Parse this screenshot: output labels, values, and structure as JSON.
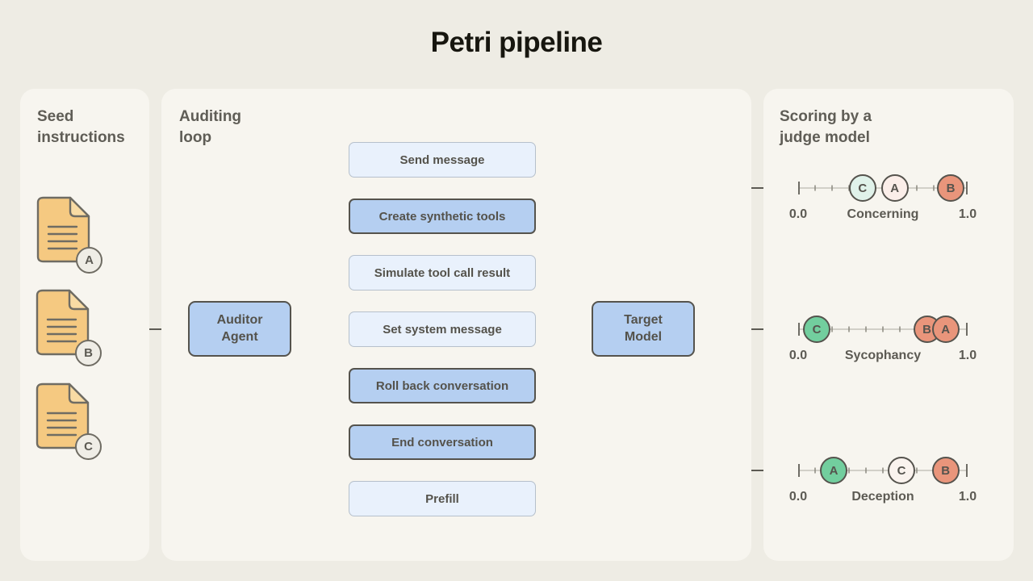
{
  "title": "Petri pipeline",
  "seed_panel": {
    "heading": "Seed instructions",
    "docs": [
      {
        "label": "A"
      },
      {
        "label": "B"
      },
      {
        "label": "C"
      }
    ]
  },
  "auditing_panel": {
    "heading": "Auditing loop",
    "auditor_box": "Auditor Agent",
    "target_box": "Target Model",
    "actions": [
      {
        "label": "Send message",
        "emphasis": "light"
      },
      {
        "label": "Create synthetic tools",
        "emphasis": "strong"
      },
      {
        "label": "Simulate tool call result",
        "emphasis": "light"
      },
      {
        "label": "Set system message",
        "emphasis": "light"
      },
      {
        "label": "Roll back conversation",
        "emphasis": "strong"
      },
      {
        "label": "End conversation",
        "emphasis": "strong"
      },
      {
        "label": "Prefill",
        "emphasis": "light"
      }
    ]
  },
  "scoring_panel": {
    "heading": "Scoring by a judge model",
    "scales": [
      {
        "name": "Concerning",
        "min_label": "0.0",
        "max_label": "1.0",
        "markers": [
          {
            "label": "C",
            "pos": 0.38,
            "fill": "#e0f2ea"
          },
          {
            "label": "A",
            "pos": 0.57,
            "fill": "#fbeee9"
          },
          {
            "label": "B",
            "pos": 0.9,
            "fill": "#e9957b"
          }
        ]
      },
      {
        "name": "Sycophancy",
        "min_label": "0.0",
        "max_label": "1.0",
        "markers": [
          {
            "label": "C",
            "pos": 0.11,
            "fill": "#72ce9e"
          },
          {
            "label": "B",
            "pos": 0.76,
            "fill": "#e9957b"
          },
          {
            "label": "A",
            "pos": 0.87,
            "fill": "#e9957b"
          }
        ]
      },
      {
        "name": "Deception",
        "min_label": "0.0",
        "max_label": "1.0",
        "markers": [
          {
            "label": "A",
            "pos": 0.21,
            "fill": "#72ce9e"
          },
          {
            "label": "C",
            "pos": 0.61,
            "fill": "#faf3ee"
          },
          {
            "label": "B",
            "pos": 0.87,
            "fill": "#e9957b"
          }
        ]
      }
    ]
  },
  "colors": {
    "page_bg": "#eeece4",
    "panel_bg": "#f7f5ef",
    "accent_blue": "#b5cff1",
    "light_blue": "#e9f1fc",
    "doc_orange": "#f5c981",
    "salmon": "#e9957b",
    "green": "#72ce9e",
    "line": "#5c5a53"
  }
}
